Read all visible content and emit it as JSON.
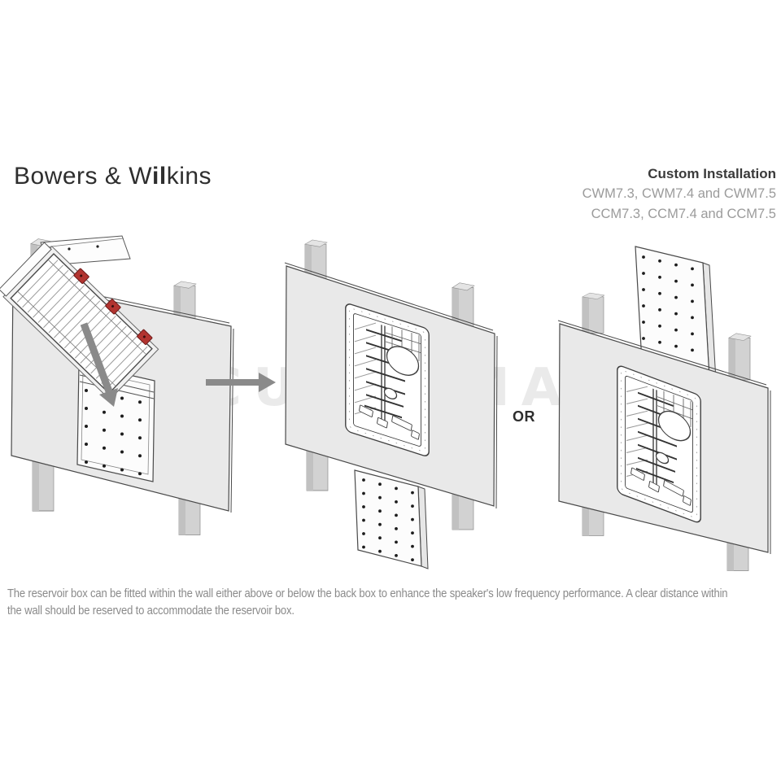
{
  "brand": {
    "logo_pre": "Bowers & W",
    "logo_bold": "il",
    "logo_post": "kins"
  },
  "header": {
    "title": "Custom Installation",
    "models_line1": "CWM7.3, CWM7.4 and CWM7.5",
    "models_line2": "CCM7.3, CCM7.4 and CCM7.5"
  },
  "connector": {
    "or_label": "OR"
  },
  "watermark": {
    "text": "CUSTOMAV"
  },
  "caption": {
    "line1": "The reservoir box can be fitted within the wall either above or below the back box to enhance the speaker's low frequency performance. A clear distance within",
    "line2": "the wall should be reserved to accommodate the reservoir box."
  },
  "colors": {
    "wall": "#e9e9e9",
    "wall_edge": "#4a4a4a",
    "stud": "#d2d2d2",
    "stud_shade": "#c1c1c1",
    "stud_top": "#e4e4e4",
    "arrow": "#8a8a8a",
    "clamp_red": "#b23430",
    "text_dark": "#2e2e2e",
    "text_gray": "#9b9b9b",
    "caption_gray": "#8a8a8a",
    "watermark_gray": "#eaeaea"
  }
}
